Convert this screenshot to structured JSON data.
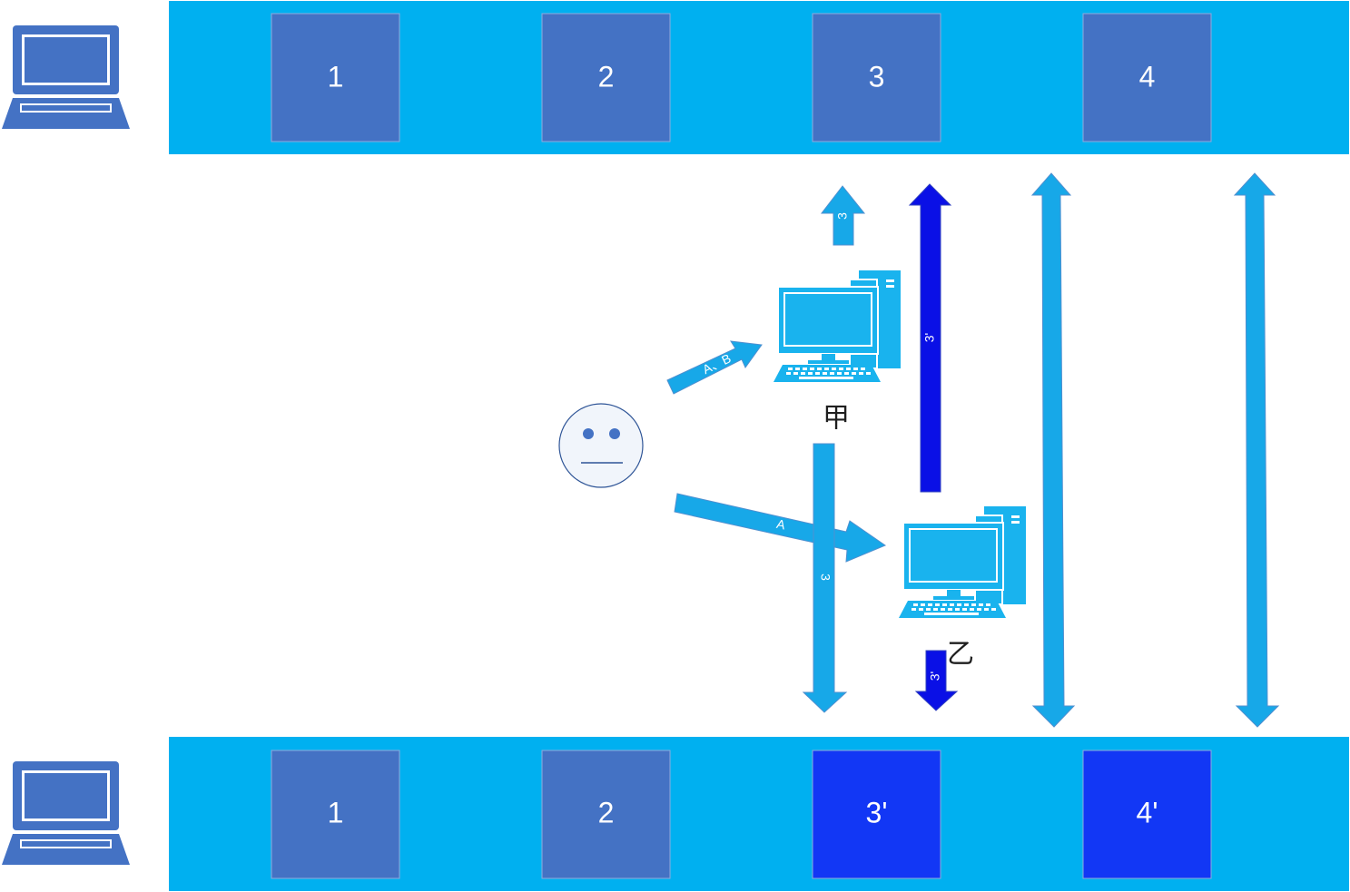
{
  "colors": {
    "band": "#00b0f0",
    "block_original": "#4472c4",
    "block_modified": "#1237f5",
    "arrow_light": "#17a8e8",
    "arrow_dark": "#0a10e6",
    "computer": "#19b3ee",
    "face_fill": "#f1f5fb",
    "face_stroke": "#2f5597"
  },
  "top_row": {
    "device_icon": "laptop-icon",
    "blocks": [
      "1",
      "2",
      "3",
      "4"
    ]
  },
  "bottom_row": {
    "device_icon": "laptop-icon",
    "blocks": [
      "1",
      "2",
      "3'",
      "4'"
    ]
  },
  "user": {
    "icon": "neutral-face-icon"
  },
  "computer_jia": {
    "icon": "desktop-computer-icon",
    "label": "甲"
  },
  "computer_yi": {
    "icon": "desktop-computer-icon",
    "label": "乙"
  },
  "arrows": {
    "user_to_jia": "A、B",
    "user_to_yi": "A",
    "jia_up": "3",
    "jia_down": "3",
    "yi_up": "3'",
    "yi_down": "3'"
  }
}
